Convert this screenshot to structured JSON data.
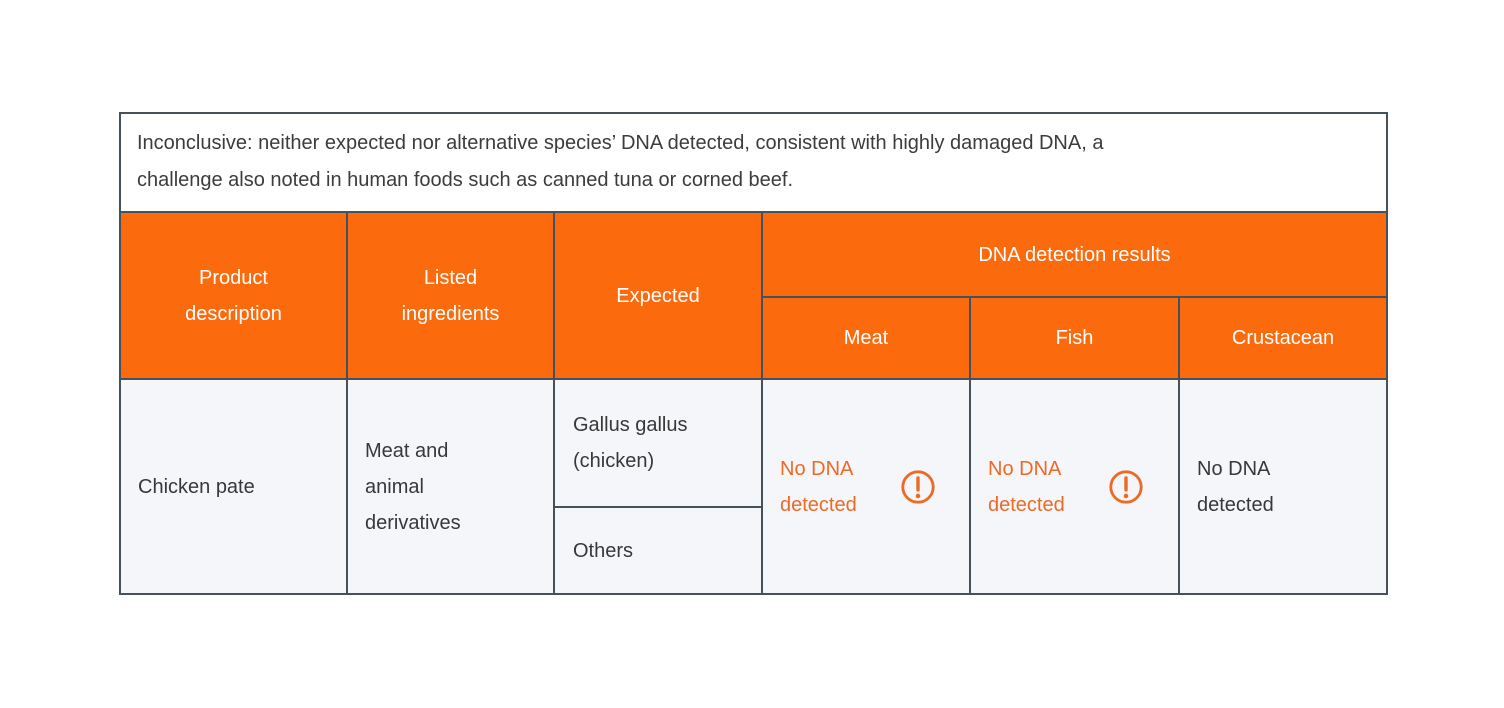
{
  "note": {
    "text": "Inconclusive: neither expected nor alternative species’ DNA detected, consistent with highly damaged DNA, a challenge also noted in human foods such as canned tuna or corned beef."
  },
  "header": {
    "product": "Product description",
    "ingredients": "Listed ingredients",
    "expected": "Expected",
    "dna_group": "DNA detection results",
    "meat": "Meat",
    "fish": "Fish",
    "crustacean": "Crustacean"
  },
  "row": {
    "product": "Chicken pate",
    "ingredients": "Meat and animal derivatives",
    "expected_species": "Gallus gallus (chicken)",
    "expected_others": "Others",
    "meat_result": "No DNA detected",
    "meat_status": "inconclusive-warning",
    "fish_result": "No DNA detected",
    "fish_status": "inconclusive-warning",
    "crustacean_result": "No DNA detected",
    "crustacean_status": "normal"
  },
  "icons": {
    "meat_result": "alert-circle-icon",
    "fish_result": "alert-circle-icon"
  },
  "colors": {
    "header_background": "#fb6a0c",
    "header_text": "#ffffff",
    "grid_border": "#45525c",
    "cell_background": "#f4f6fa",
    "body_text": "#383838",
    "warning_text": "#ed6a26",
    "page_background": "#ffffff"
  }
}
